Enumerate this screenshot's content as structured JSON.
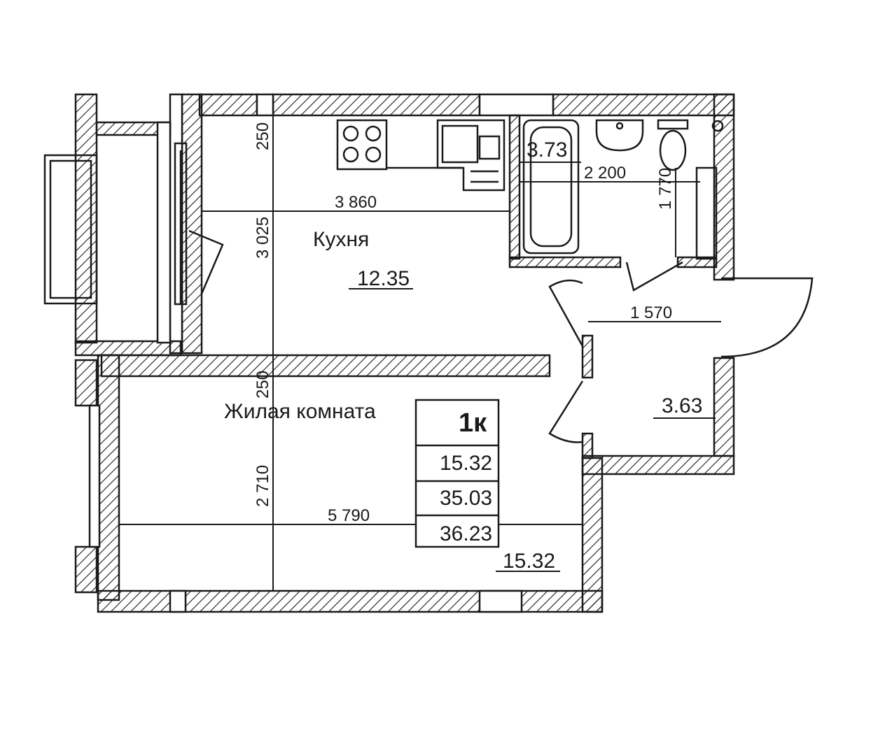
{
  "rooms": {
    "kitchen": {
      "name": "Кухня",
      "area": "12.35"
    },
    "living": {
      "name": "Жилая комната",
      "area": "15.32"
    },
    "bathroom": {
      "area": "3.73"
    },
    "hall": {
      "area": "3.63"
    }
  },
  "dimensions": {
    "kitchen_width": "3 860",
    "kitchen_depth": "3 025",
    "wall_top": "250",
    "wall_mid": "250",
    "living_depth": "2 710",
    "living_width": "5 790",
    "bath_width": "2 200",
    "bath_depth": "1 770",
    "hall_width": "1 570"
  },
  "summary": {
    "type": "1к",
    "living_area": "15.32",
    "total_area": "35.03",
    "total_with_balcony": "36.23"
  },
  "colors": {
    "line": "#1a1a1a",
    "hatch": "#1a1a1a",
    "background": "#ffffff"
  }
}
